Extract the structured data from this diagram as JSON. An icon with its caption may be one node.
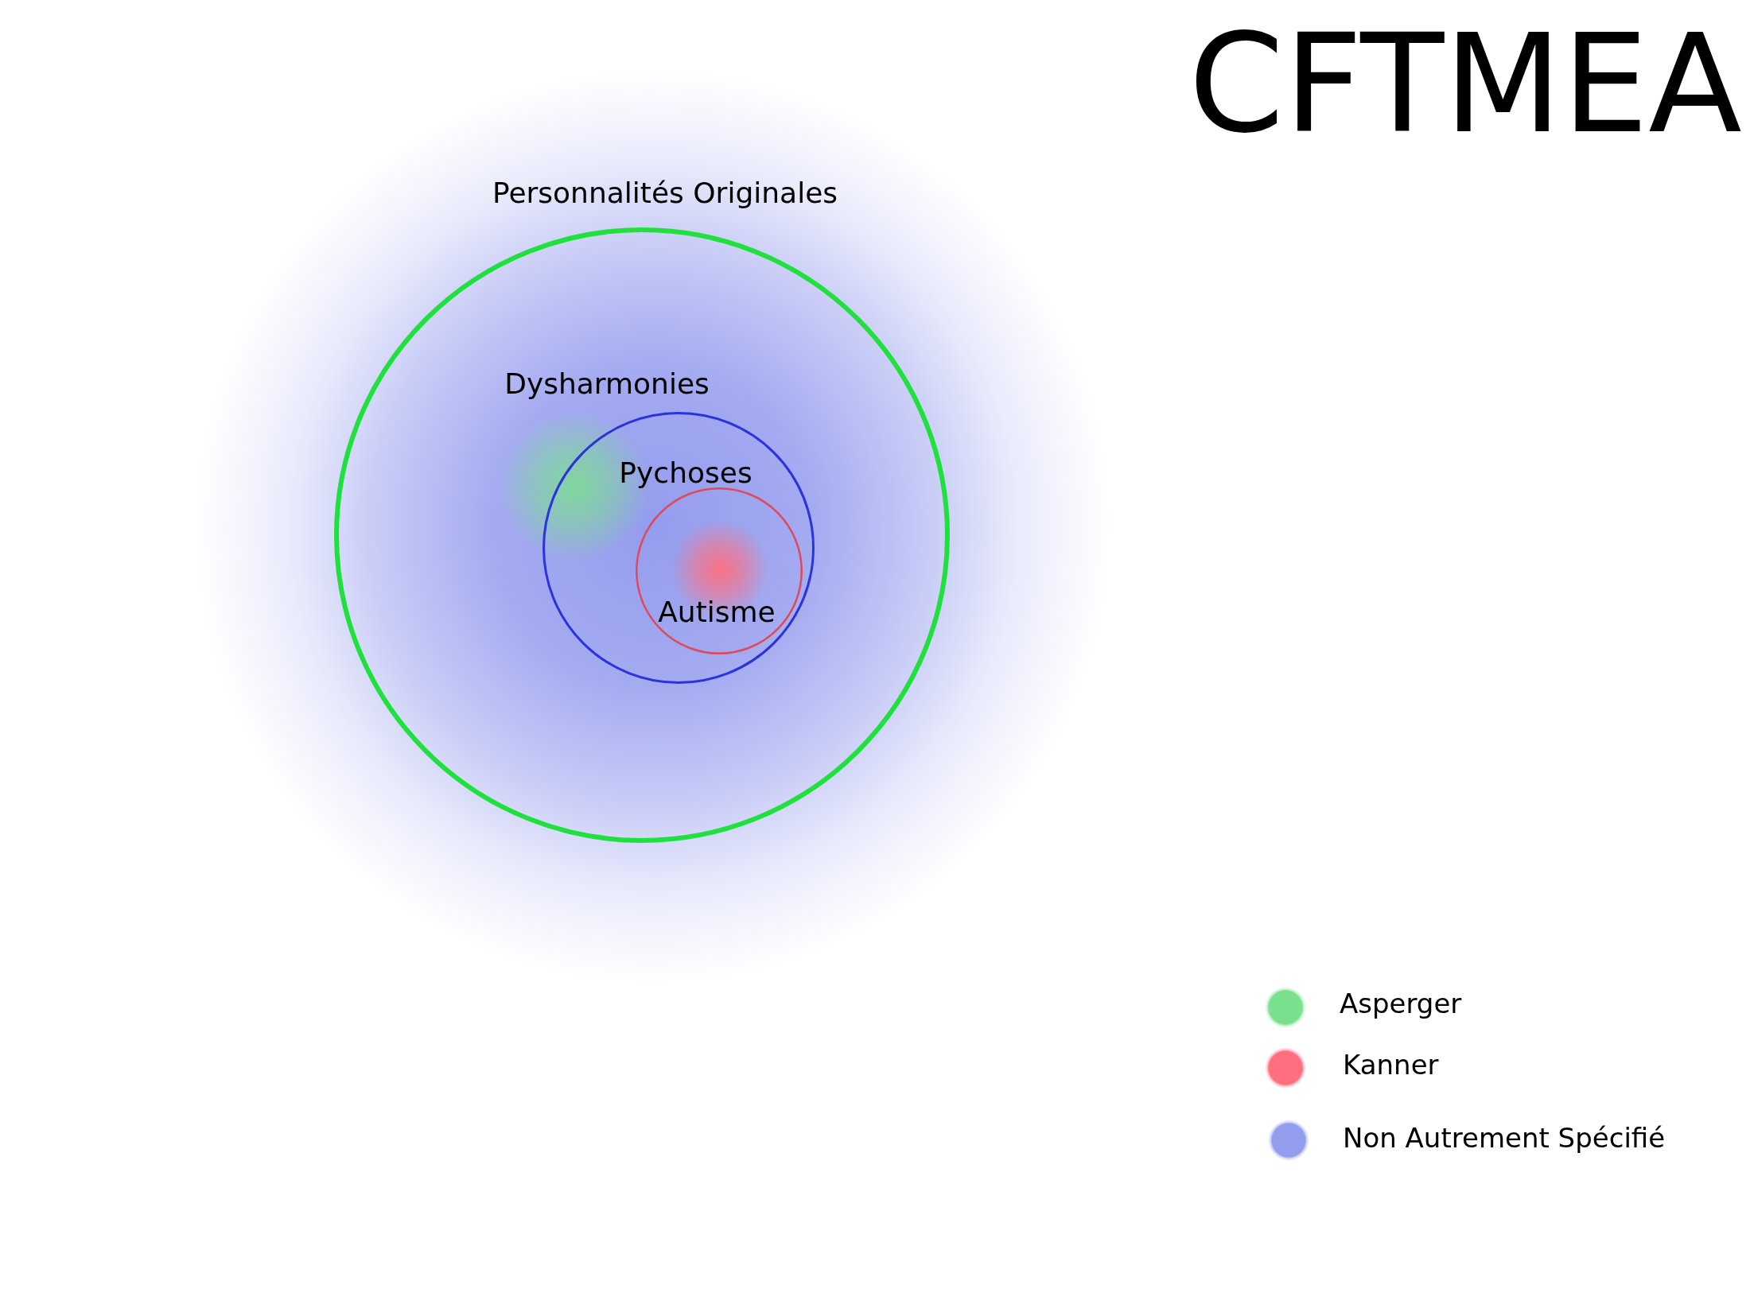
{
  "diagram": {
    "title": "CFTMEA",
    "nodes": [
      {
        "text": [
          "Personnalités Originales"
        ]
      },
      {
        "text": [
          "Pychoses"
        ],
        "in": 0
      },
      {
        "text": [
          "Autisme"
        ],
        "in": 1
      }
    ],
    "labels": [
      "Dysharmonies"
    ],
    "legend": [
      {
        "text": "Asperger",
        "color": "#7be08e"
      },
      {
        "text": "Kanner",
        "color": "#ff6f80"
      },
      {
        "text": "Non Autrement Spécifié",
        "color": "#949cee"
      }
    ]
  }
}
